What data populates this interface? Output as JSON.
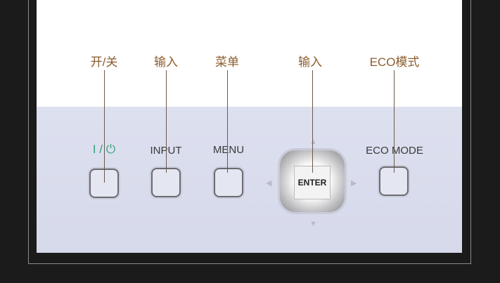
{
  "callouts": [
    "开/关",
    "输入",
    "菜单",
    "输入",
    "ECO模式"
  ],
  "device_labels": {
    "power": "I / ⏻",
    "input": "INPUT",
    "menu": "MENU",
    "enter": "ENTER",
    "eco": "ECO MODE"
  },
  "colors": {
    "callout": "#8b5d2e",
    "power_symbol": "#3aa07a",
    "device": "#dde0ef",
    "background": "#1b1b1b"
  }
}
